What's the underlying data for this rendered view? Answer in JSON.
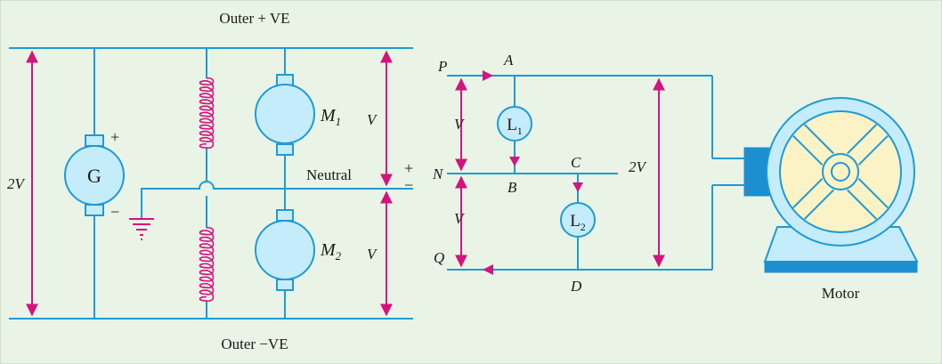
{
  "colors": {
    "background": "#e9f4e6",
    "wire": "#1f9ad6",
    "arrow": "#d4137f",
    "coil": "#d4137f",
    "machine_fill": "#c4ecfa",
    "motor_wheel_fill": "#fbf3c6",
    "motor_base": "#1b8fd0",
    "text": "#1a1a1a"
  },
  "left": {
    "outer_positive": "Outer + VE",
    "outer_negative": "Outer −VE",
    "neutral": "Neutral",
    "total_voltage": "2V",
    "half_voltage_top": "V",
    "half_voltage_bottom": "V",
    "generator": "G",
    "generator_plus": "+",
    "generator_minus": "−",
    "polarity_plus": "+",
    "polarity_minus": "−",
    "motor1": "M",
    "motor1_sub": "1",
    "motor2": "M",
    "motor2_sub": "2"
  },
  "right": {
    "line_p": "P",
    "line_n": "N",
    "line_q": "Q",
    "node_a": "A",
    "node_b": "B",
    "node_c": "C",
    "node_d": "D",
    "v_top": "V",
    "v_bottom": "V",
    "v_total": "2V",
    "load1": "L",
    "load1_sub": "1",
    "load2": "L",
    "load2_sub": "2",
    "motor_label": "Motor"
  }
}
